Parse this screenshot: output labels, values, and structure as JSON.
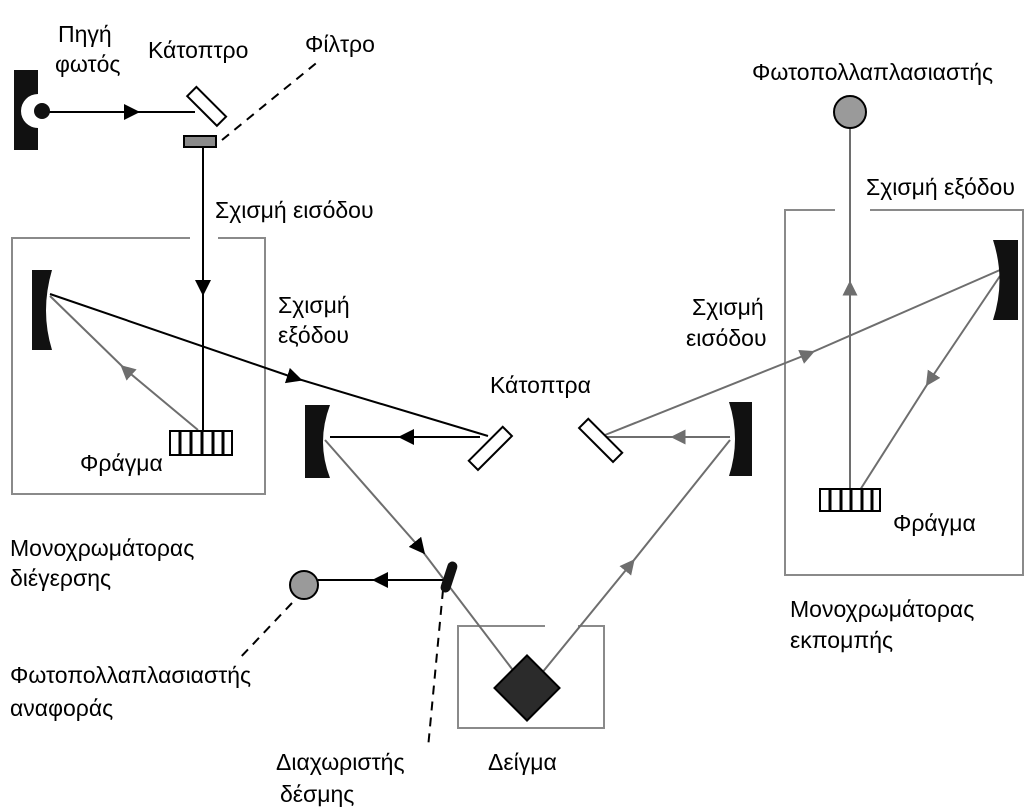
{
  "labels": {
    "light_source": [
      "Πηγή",
      "φωτός"
    ],
    "mirror_top": "Κάτοπτρο",
    "filter": "Φίλτρο",
    "entrance_slit_left": "Σχισμή εισόδου",
    "exit_slit_left": [
      "Σχισμή",
      "εξόδου"
    ],
    "grating_left": "Φράγμα",
    "excitation_mono": [
      "Μονοχρωμάτορας",
      "διέγερσης"
    ],
    "reference_pmt": [
      "Φωτοπολλαπλασιαστής",
      "αναφοράς"
    ],
    "beam_splitter": [
      "Διαχωριστής",
      "δέσμης"
    ],
    "sample": "Δείγμα",
    "mirrors_center": "Κάτοπτρα",
    "pmt": "Φωτοπολλαπλασιαστής",
    "exit_slit_right": "Σχισμή εξόδου",
    "entrance_slit_right": [
      "Σχισμή",
      "εισόδου"
    ],
    "grating_right": "Φράγμα",
    "emission_mono": [
      "Μονοχρωμάτορας",
      "εκπομπής"
    ]
  },
  "colors": {
    "component_dark": "#111111",
    "pmt_fill": "#9a9a9a",
    "sample_fill": "#2b2b2b",
    "box_stroke": "#8a8a8a",
    "beam_grey": "#6e6e6e"
  }
}
